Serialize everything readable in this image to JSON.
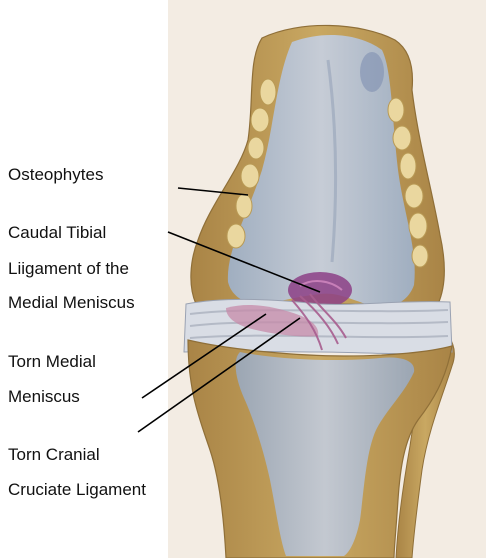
{
  "colors": {
    "background": "#ffffff",
    "paper": "#f3ece3",
    "bone_tan": "#c2a05a",
    "bone_tan_dark": "#8f6f38",
    "osteophyte": "#e8d59c",
    "cartilage_blue": "#a9b4c9",
    "cartilage_light": "#c8cfdd",
    "ligament_purple": "#8c3f86",
    "ligament_pink": "#c58aa8",
    "leader_line": "#000000"
  },
  "labels": {
    "osteophytes": "Osteophytes",
    "caudal_line1": "Caudal Tibial",
    "caudal_line2": "Liigament of the",
    "caudal_line3": "Medial Meniscus",
    "torn_meniscus_line1": "Torn Medial",
    "torn_meniscus_line2": "Meniscus",
    "torn_ccl_line1": "Torn Cranial",
    "torn_ccl_line2": "Cruciate Ligament"
  }
}
